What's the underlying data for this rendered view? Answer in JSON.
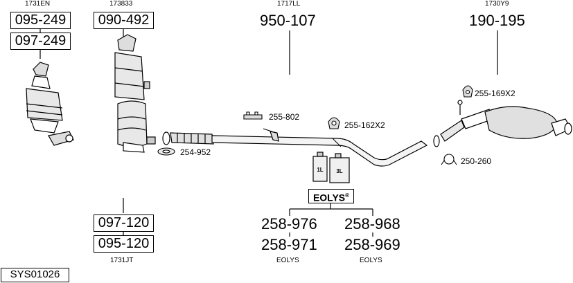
{
  "groups": {
    "cat1": {
      "code": "1731EN",
      "parts": [
        "095-249",
        "097-249"
      ]
    },
    "cat2": {
      "code": "173833",
      "parts": [
        "090-492"
      ]
    },
    "mid": {
      "code": "1717LL",
      "part": "950-107"
    },
    "rear": {
      "code": "1730Y9",
      "part": "190-195"
    },
    "dpf": {
      "code": "1731JT",
      "parts": [
        "097-120",
        "095-120"
      ]
    }
  },
  "fittings": {
    "f1": "255-802",
    "f2": "255-162X2",
    "f3": "255-169X2",
    "f4": "254-952",
    "f5": "250-260"
  },
  "eolys": {
    "label": "EOLYS",
    "registered": "®",
    "bottle_small": "1L",
    "bottle_large": "3L",
    "parts_left": [
      "258-976",
      "258-971"
    ],
    "parts_right": [
      "258-968",
      "258-969"
    ],
    "caption_left": "EOLYS",
    "caption_right": "EOLYS"
  },
  "system_id": "SYS01026"
}
